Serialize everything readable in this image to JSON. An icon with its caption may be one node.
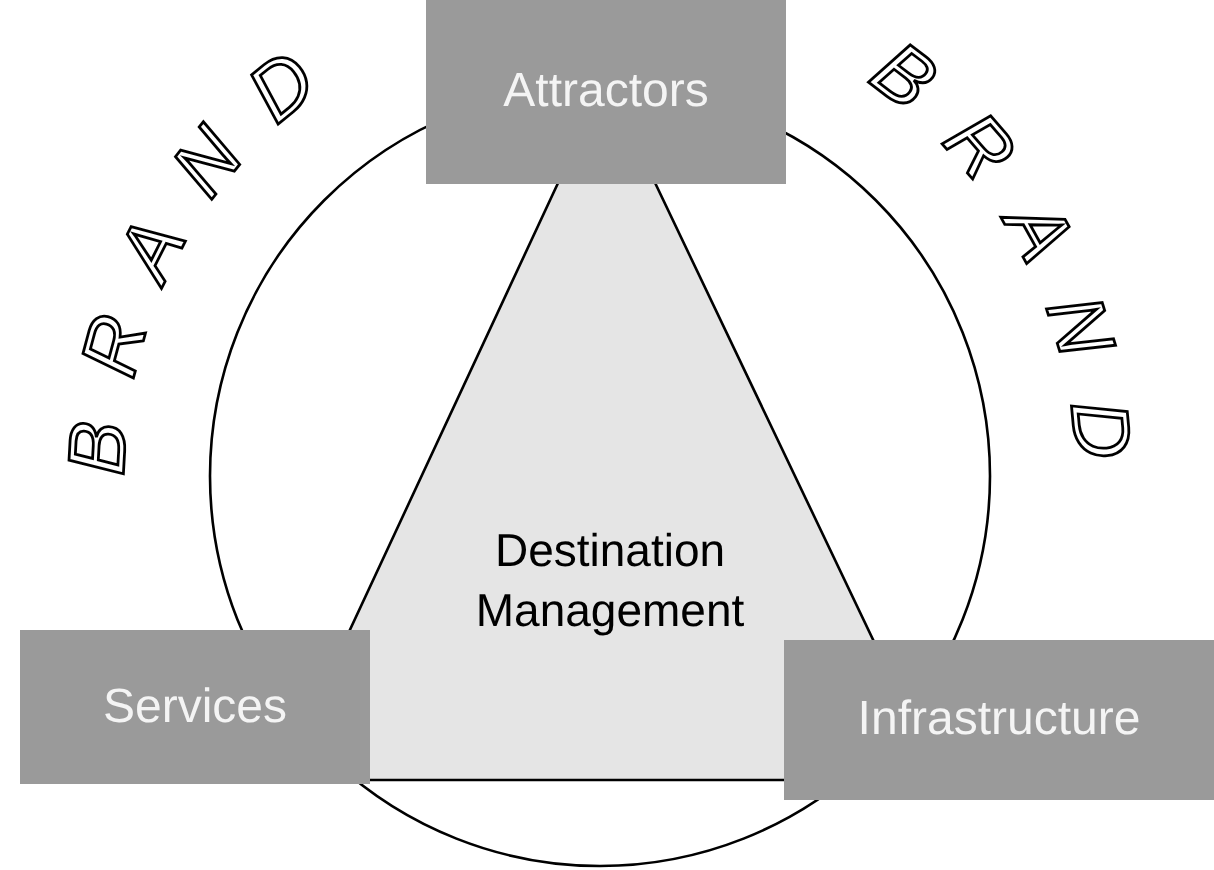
{
  "diagram": {
    "nodes": [
      {
        "text": [
          "Destination Management"
        ]
      },
      {
        "text": [
          "Attractors"
        ]
      },
      {
        "text": [
          "Services"
        ]
      },
      {
        "text": [
          "Infrastructure"
        ]
      }
    ],
    "labels": [
      "BRAND",
      "BRAND"
    ]
  }
}
